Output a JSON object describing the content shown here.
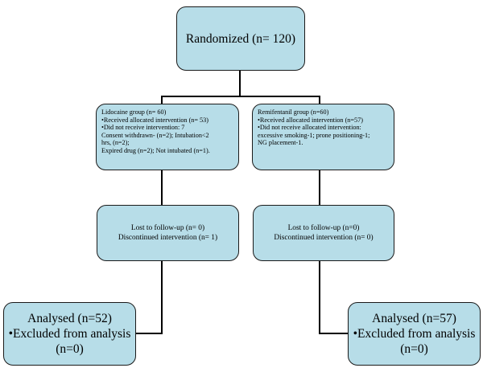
{
  "randomized": {
    "label": "Randomized (n= 120)"
  },
  "lidocaine": {
    "lines": [
      "Lidocaine group (n= 60)",
      "•Received allocated intervention  (n= 53)",
      "•Did not receive intervention: 7",
      "Consent withdrawn- (n=2); Intubation<2",
      "hrs, (n=2);",
      "Expired drug (n=2); Not intubated (n=1)."
    ]
  },
  "remifentanil": {
    "lines": [
      "Remifentanil group (n=60)",
      "•Received allocated intervention (n=57)",
      "•Did not receive allocated intervention:",
      "excessive smoking-1; prone positioning-1;",
      "NG  placement-1."
    ]
  },
  "followup_left": {
    "line1": "Lost to follow-up (n= 0)",
    "line2": "Discontinued intervention (n= 1)"
  },
  "followup_right": {
    "line1": "Lost to follow-up (n=0)",
    "line2": "Discontinued intervention (n= 0)"
  },
  "analysed_left": {
    "line1": "Analysed (n=52)",
    "line2": "•Excluded from analysis",
    "line3": "(n=0)"
  },
  "analysed_right": {
    "line1": "Analysed (n=57)",
    "line2": "•Excluded from analysis",
    "line3": "(n=0)"
  }
}
